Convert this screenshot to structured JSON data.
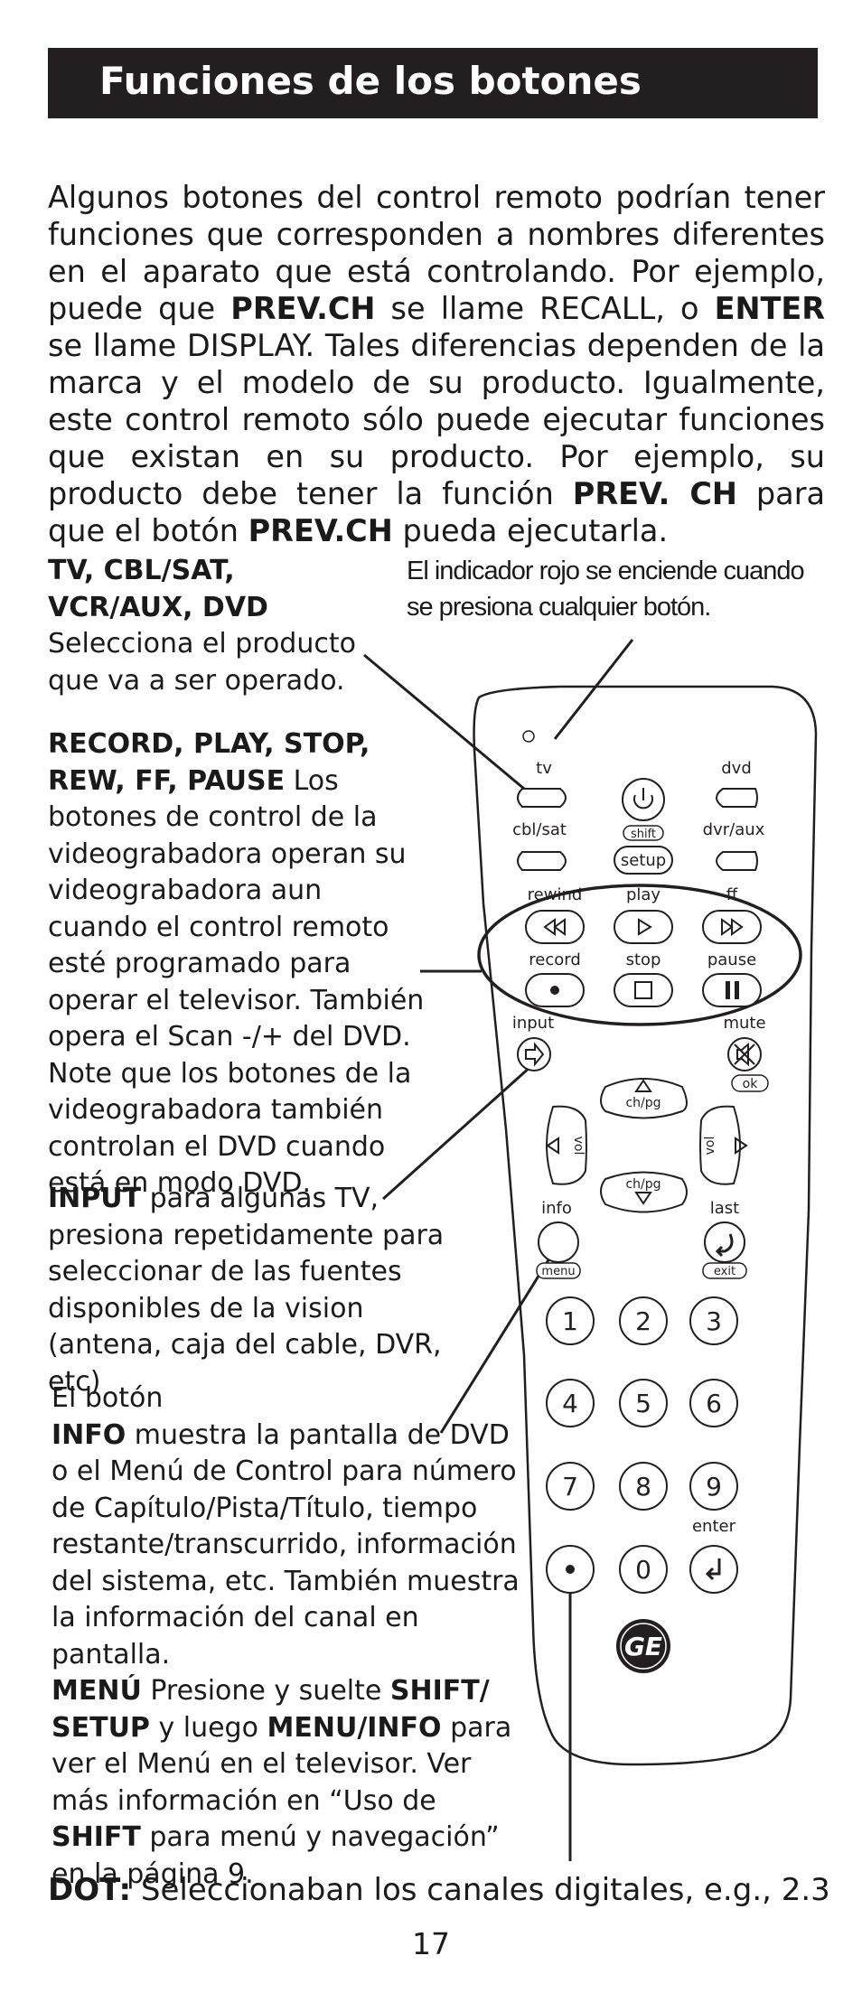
{
  "header": {
    "title": "Funciones de los botones"
  },
  "intro": {
    "p1": "Algunos botones del control remoto podrían tener funciones que corresponden a nombres diferentes en el aparato que está controlando. Por ejemplo, puede que ",
    "b1": "PREV.CH",
    "p2": " se llame RECALL, o ",
    "b2": "ENTER",
    "p3": " se llame DISPLAY. Tales diferencias dependen de la marca y el modelo de su producto. Igualmente, este control remoto sólo puede ejecutar funciones que existan en su producto. Por ejemplo, su producto debe tener la función ",
    "b3": "PREV. CH",
    "p4": " para que el botón ",
    "b4": "PREV.CH",
    "p5": " pueda ejecutarla."
  },
  "indicator_note": "El indicador rojo se enciende cuando se presiona cualquier botón.",
  "labels": {
    "devices_title_1": "TV, CBL/SAT,",
    "devices_title_2": "VCR/AUX, DVD",
    "devices_text": "Selecciona el producto que va a ser operado.",
    "record_title": "RECORD, PLAY, STOP, REW, FF, PAUSE",
    "record_text": " Los botones de control de la videograbadora operan su videograbadora aun cuando el control remoto esté programado para operar el televisor. También opera el Scan -/+ del DVD. Note que los botones de la videograbadora también controlan el DVD cuando está en modo DVD.",
    "input_title": "INPUT",
    "input_text": " para algunas TV, presiona repetidamente para seleccionar de las fuentes disponibles de la vision (antena, caja del cable, DVR, etc)",
    "info_intro": "El botón",
    "info_title": "INFO",
    "info_text": " muestra la pantalla de DVD o el Menú de Control para número de Capítulo/Pista/Título, tiempo restante/transcurrido, información del sistema, etc. También muestra la información del canal en pantalla.",
    "menu_title": "MENÚ",
    "menu_t1": " Presione y suelte ",
    "menu_b1": "SHIFT/ SETUP",
    "menu_t2": " y luego ",
    "menu_b2": "MENU/INFO",
    "menu_t3": " para ver el Menú en el televisor. Ver más información en “Uso de ",
    "menu_b3": "SHIFT",
    "menu_t4": " para menú y navegación” en la página 9."
  },
  "remote": {
    "tv": "tv",
    "dvd": "dvd",
    "cblsat": "cbl/sat",
    "dvraux": "dvr/aux",
    "shift": "shift",
    "setup": "setup",
    "rewind": "rewind",
    "play": "play",
    "ff": "ff",
    "record": "record",
    "stop": "stop",
    "pause": "pause",
    "input": "input",
    "mute": "mute",
    "ok": "ok",
    "chpg_up": "ch/pg",
    "chpg_down": "ch/pg",
    "vol_left": "vol",
    "vol_right": "vol",
    "info": "info",
    "last": "last",
    "menu": "menu",
    "exit": "exit",
    "enter": "enter",
    "logo": "GE",
    "keys": [
      "1",
      "2",
      "3",
      "4",
      "5",
      "6",
      "7",
      "8",
      "9",
      "0"
    ]
  },
  "dot_note": {
    "bold": "DOT:",
    "text": " Seleccionaban los canales digitales, e.g., 2.3"
  },
  "page_number": "17"
}
